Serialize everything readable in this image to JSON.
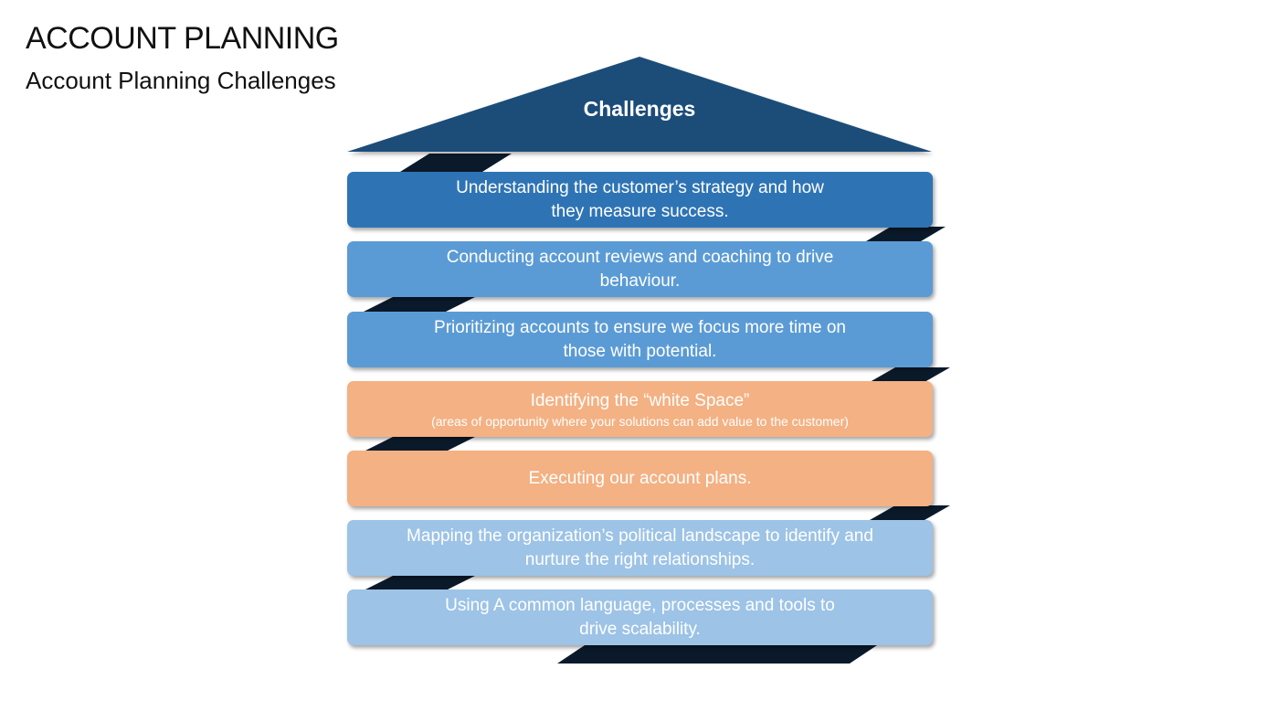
{
  "header": {
    "title": "ACCOUNT PLANNING",
    "subtitle": "Account Planning Challenges"
  },
  "diagram": {
    "roof_label": "Challenges",
    "bands": [
      {
        "text": "Understanding the customer’s strategy and how\nthey measure success.",
        "color": "#2E74B5"
      },
      {
        "text": "Conducting account reviews and coaching to drive\nbehaviour.",
        "color": "#5B9BD5"
      },
      {
        "text": "Prioritizing accounts to ensure we focus more time on\nthose with potential.",
        "color": "#5B9BD5"
      },
      {
        "text": "Identifying the “white Space”",
        "subtext": "(areas of opportunity where your solutions can add value to the customer)",
        "color": "#F4B183"
      },
      {
        "text": "Executing our account plans.",
        "color": "#F4B183"
      },
      {
        "text": "Mapping the organization’s political landscape to identify and\nnurture the right relationships.",
        "color": "#9DC3E6"
      },
      {
        "text": "Using A common language, processes and tools to\ndrive scalability.",
        "color": "#9DC3E6"
      }
    ]
  },
  "colors": {
    "roof": "#1F4E79",
    "connector": "#0B1A2B"
  }
}
